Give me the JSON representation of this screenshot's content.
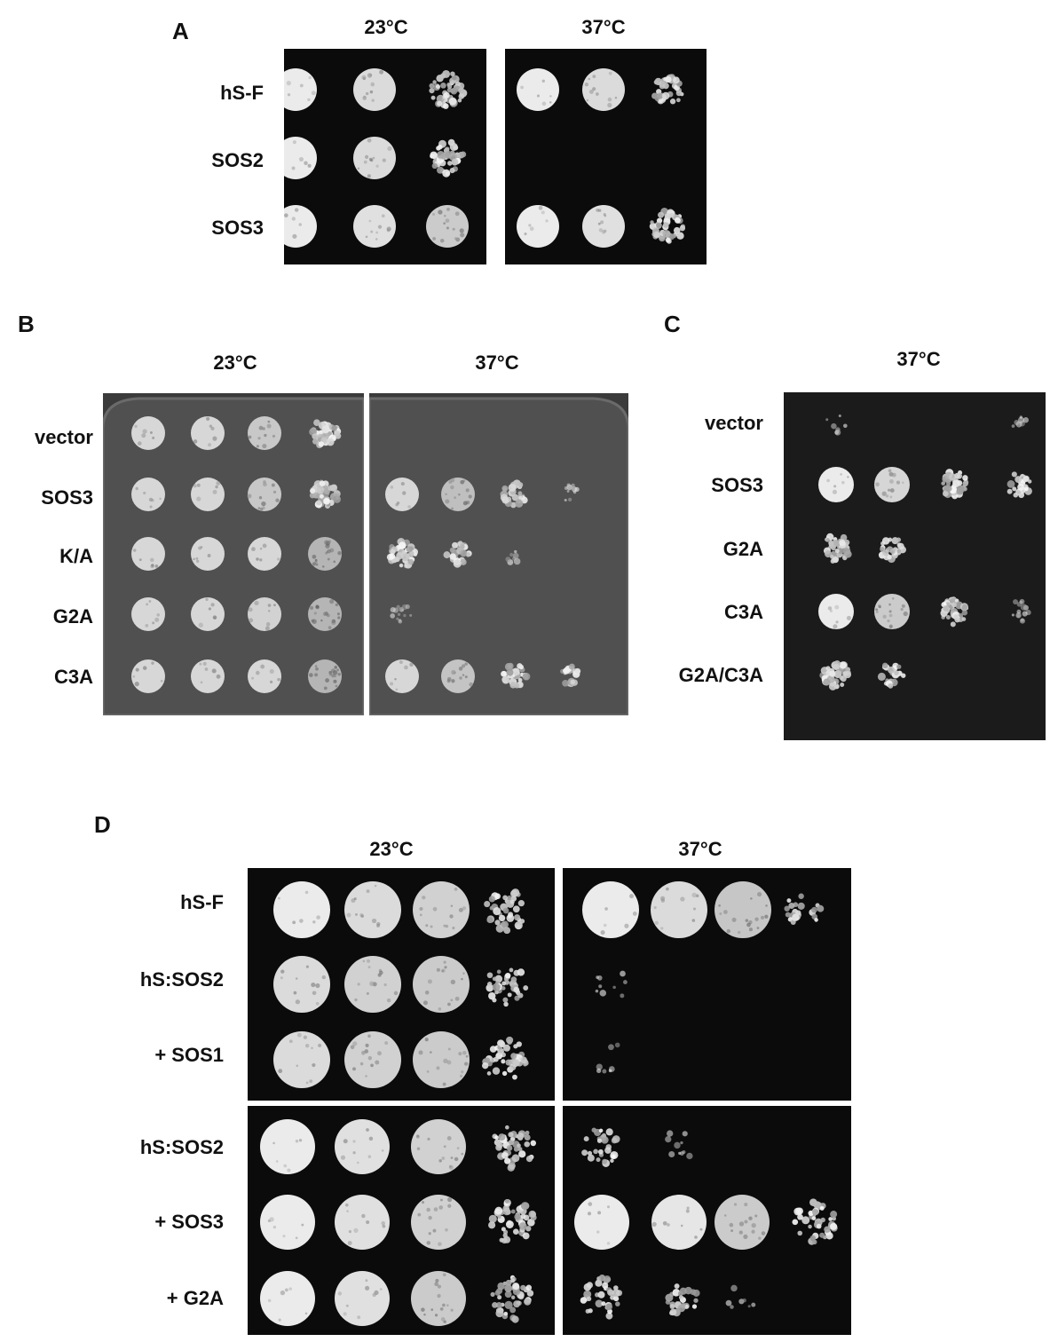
{
  "figure": {
    "panel_A": {
      "letter": "A",
      "temperatures": [
        "23°C",
        "37°C"
      ],
      "rows": [
        "hS-F",
        "SOS2",
        "SOS3"
      ],
      "growth_23": [
        [
          1.0,
          0.85,
          0.6
        ],
        [
          1.0,
          0.85,
          0.55
        ],
        [
          1.0,
          0.9,
          0.7
        ]
      ],
      "growth_37": [
        [
          1.0,
          0.85,
          0.45
        ],
        [
          0,
          0,
          0
        ],
        [
          1.0,
          0.9,
          0.55
        ]
      ]
    },
    "panel_B": {
      "letter": "B",
      "temperatures": [
        "23°C",
        "37°C"
      ],
      "rows": [
        "vector",
        "SOS3",
        "K/A",
        "G2A",
        "C3A"
      ],
      "growth_23": [
        [
          1.0,
          1.0,
          0.85,
          0.6
        ],
        [
          1.0,
          1.0,
          0.85,
          0.6
        ],
        [
          1.0,
          1.0,
          1.0,
          0.65
        ],
        [
          1.0,
          1.0,
          0.95,
          0.65
        ],
        [
          1.0,
          1.0,
          1.0,
          0.65
        ]
      ],
      "growth_37": [
        [
          0,
          0,
          0,
          0
        ],
        [
          1.0,
          0.75,
          0.35,
          0.1
        ],
        [
          0.6,
          0.3,
          0.05,
          0
        ],
        [
          0.15,
          0,
          0,
          0
        ],
        [
          1.0,
          0.8,
          0.4,
          0.2
        ]
      ]
    },
    "panel_C": {
      "letter": "C",
      "temperatures": [
        "37°C"
      ],
      "rows": [
        "vector",
        "SOS3",
        "G2A",
        "C3A",
        "G2A/C3A"
      ],
      "growth_37": [
        [
          0.05,
          0,
          0,
          0.05
        ],
        [
          1.0,
          0.8,
          0.55,
          0.25
        ],
        [
          0.55,
          0.3,
          0,
          0
        ],
        [
          1.0,
          0.7,
          0.45,
          0.15
        ],
        [
          0.5,
          0.25,
          0,
          0
        ]
      ]
    },
    "panel_D": {
      "letter": "D",
      "temperatures": [
        "23°C",
        "37°C"
      ],
      "rows_top": [
        "hS-F",
        "hS:SOS2",
        "+ SOS1"
      ],
      "rows_bottom": [
        "hS:SOS2",
        "+ SOS3",
        "+ G2A"
      ],
      "growth_top_23": [
        [
          1.0,
          0.85,
          0.75,
          0.5
        ],
        [
          0.85,
          0.75,
          0.7,
          0.45
        ],
        [
          0.85,
          0.75,
          0.7,
          0.55
        ]
      ],
      "growth_top_37": [
        [
          1.0,
          0.85,
          0.65,
          0.25
        ],
        [
          0.08,
          0,
          0,
          0
        ],
        [
          0.06,
          0,
          0,
          0
        ]
      ],
      "growth_bottom_23": [
        [
          1.0,
          0.9,
          0.75,
          0.55
        ],
        [
          1.0,
          0.9,
          0.75,
          0.6
        ],
        [
          1.0,
          0.9,
          0.7,
          0.55
        ]
      ],
      "growth_bottom_37": [
        [
          0.35,
          0.1,
          0,
          0
        ],
        [
          1.0,
          0.95,
          0.7,
          0.5
        ],
        [
          0.5,
          0.3,
          0.05,
          0
        ]
      ]
    }
  }
}
